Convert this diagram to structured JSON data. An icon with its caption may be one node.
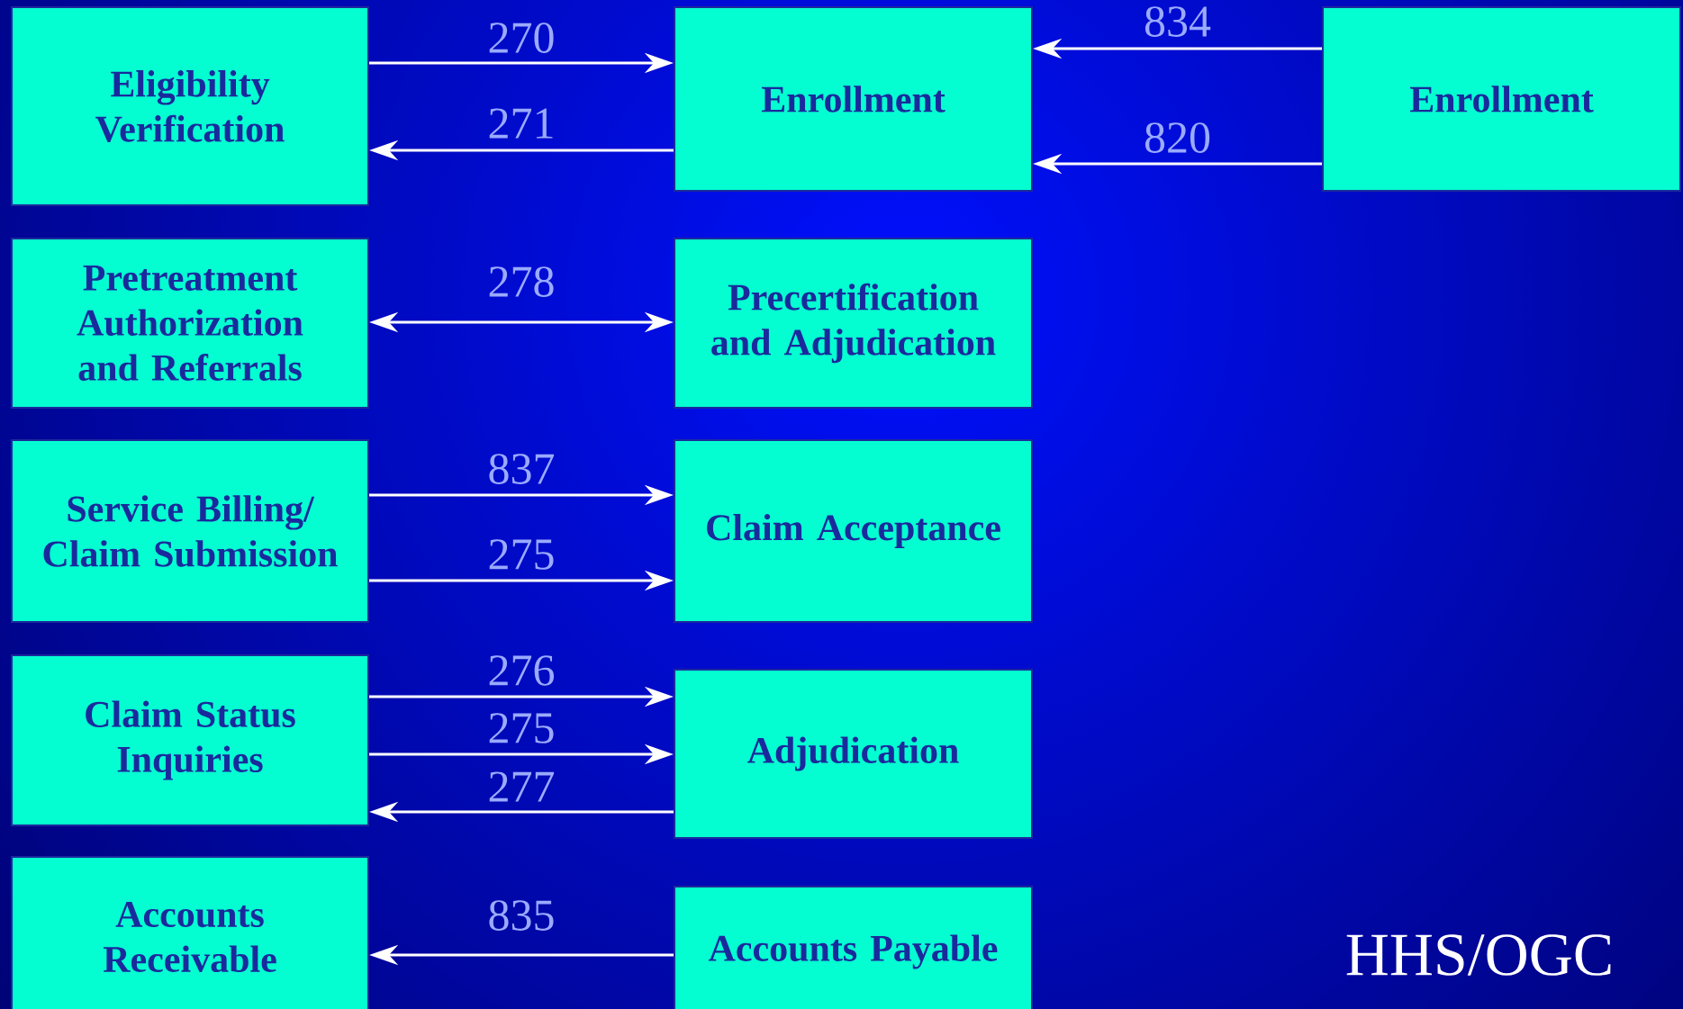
{
  "diagram": {
    "nodes": [
      {
        "text": [
          "Eligibility Verification"
        ]
      },
      {
        "text": [
          "Enrollment"
        ]
      },
      {
        "text": [
          "Enrollment"
        ]
      },
      {
        "text": [
          "Pretreatment Authorization and Referrals"
        ]
      },
      {
        "text": [
          "Precertification and Adjudication"
        ]
      },
      {
        "text": [
          "Service Billing/ Claim Submission"
        ]
      },
      {
        "text": [
          "Claim Acceptance"
        ]
      },
      {
        "text": [
          "Claim Status Inquiries"
        ]
      },
      {
        "text": [
          "Adjudication"
        ]
      },
      {
        "text": [
          "Accounts Receivable"
        ]
      },
      {
        "text": [
          "Accounts Payable"
        ]
      }
    ],
    "edges": [
      {
        "from": 0,
        "to": 1,
        "arrow": "to",
        "label": "270"
      },
      {
        "from": 1,
        "to": 0,
        "arrow": "to",
        "label": "271"
      },
      {
        "from": 2,
        "to": 1,
        "arrow": "to",
        "label": "834"
      },
      {
        "from": 2,
        "to": 1,
        "arrow": "to",
        "label": "820"
      },
      {
        "from": 3,
        "to": 4,
        "arrow": "both",
        "label": "278"
      },
      {
        "from": 5,
        "to": 6,
        "arrow": "to",
        "label": "837"
      },
      {
        "from": 5,
        "to": 6,
        "arrow": "to",
        "label": "275"
      },
      {
        "from": 7,
        "to": 8,
        "arrow": "to",
        "label": "276"
      },
      {
        "from": 7,
        "to": 8,
        "arrow": "to",
        "label": "275"
      },
      {
        "from": 8,
        "to": 7,
        "arrow": "to",
        "label": "277"
      },
      {
        "from": 10,
        "to": 9,
        "arrow": "to",
        "label": "835"
      }
    ],
    "labels": [
      "HHS/OGC"
    ]
  }
}
